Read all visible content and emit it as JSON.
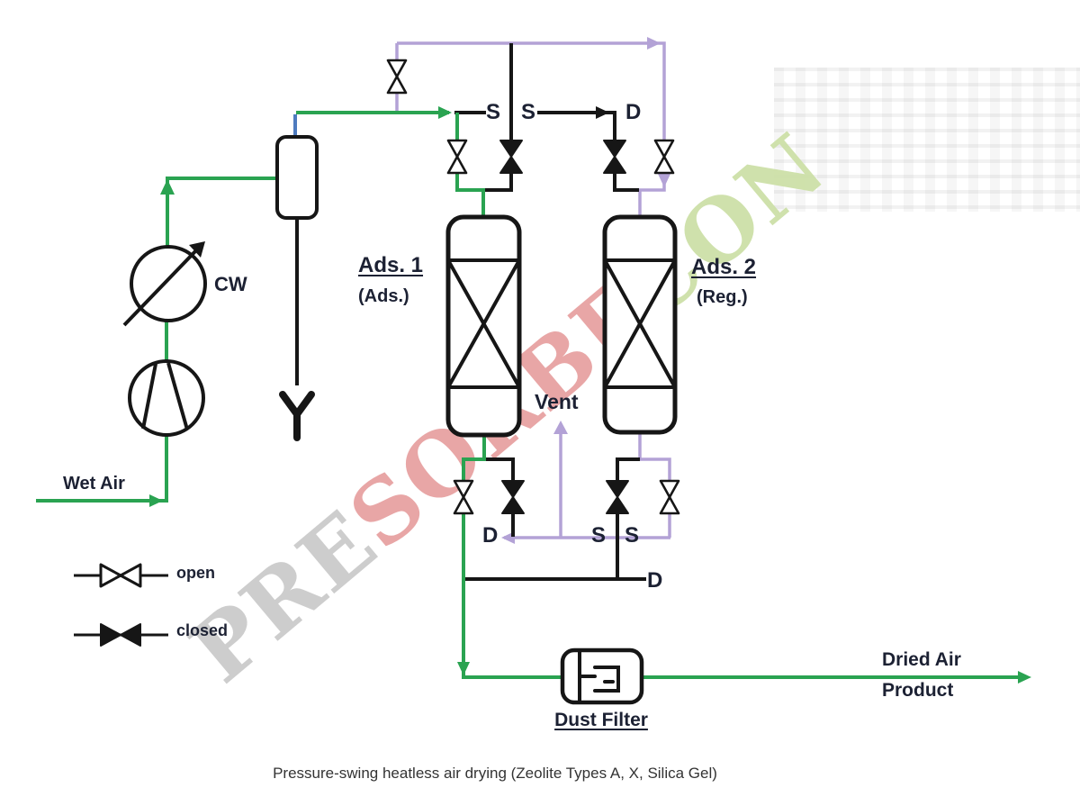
{
  "caption": "Pressure-swing heatless air drying (Zeolite Types A, X, Silica Gel)",
  "watermark": {
    "segments": [
      {
        "text": "PRE",
        "color": "#cbcbcb"
      },
      {
        "text": "SORBE",
        "color": "#e7a2a2"
      },
      {
        "text": "CON",
        "color": "#cde0a8"
      }
    ]
  },
  "equipment_labels": {
    "wet_air": "Wet Air",
    "cooler": "CW",
    "adsorber1_title": "Ads. 1",
    "adsorber1_mode": "(Ads.)",
    "adsorber2_title": "Ads. 2",
    "adsorber2_mode": "(Reg.)",
    "vent": "Vent",
    "dust_filter": "Dust Filter",
    "product_line1": "Dried Air",
    "product_line2": "Product"
  },
  "port_labels": {
    "top": [
      "S",
      "S",
      "D"
    ],
    "bottom": [
      "D",
      "S",
      "S",
      "D"
    ]
  },
  "legend": {
    "open": "open",
    "closed": "closed"
  },
  "valve_states": {
    "top_purge_valve": "open",
    "ads1_inlet_valve": "open",
    "ads1_top_crossover_valve": "closed",
    "ads2_top_crossover_valve": "closed",
    "ads2_top_regen_valve": "open",
    "ads1_outlet_valve": "open",
    "ads1_bottom_crossover_valve": "closed",
    "ads2_bottom_crossover_valve": "closed",
    "ads2_bottom_regen_valve": "open"
  },
  "colors": {
    "pipe_green": "#2aa351",
    "pipe_purple": "#b3a2d6",
    "pipe_blue": "#4e7bbf",
    "line_black": "#161616",
    "label_dark": "#1c2133",
    "watermark_gray": "#cbcbcb",
    "watermark_pink": "#e7a2a2",
    "watermark_green": "#cde0a8"
  }
}
